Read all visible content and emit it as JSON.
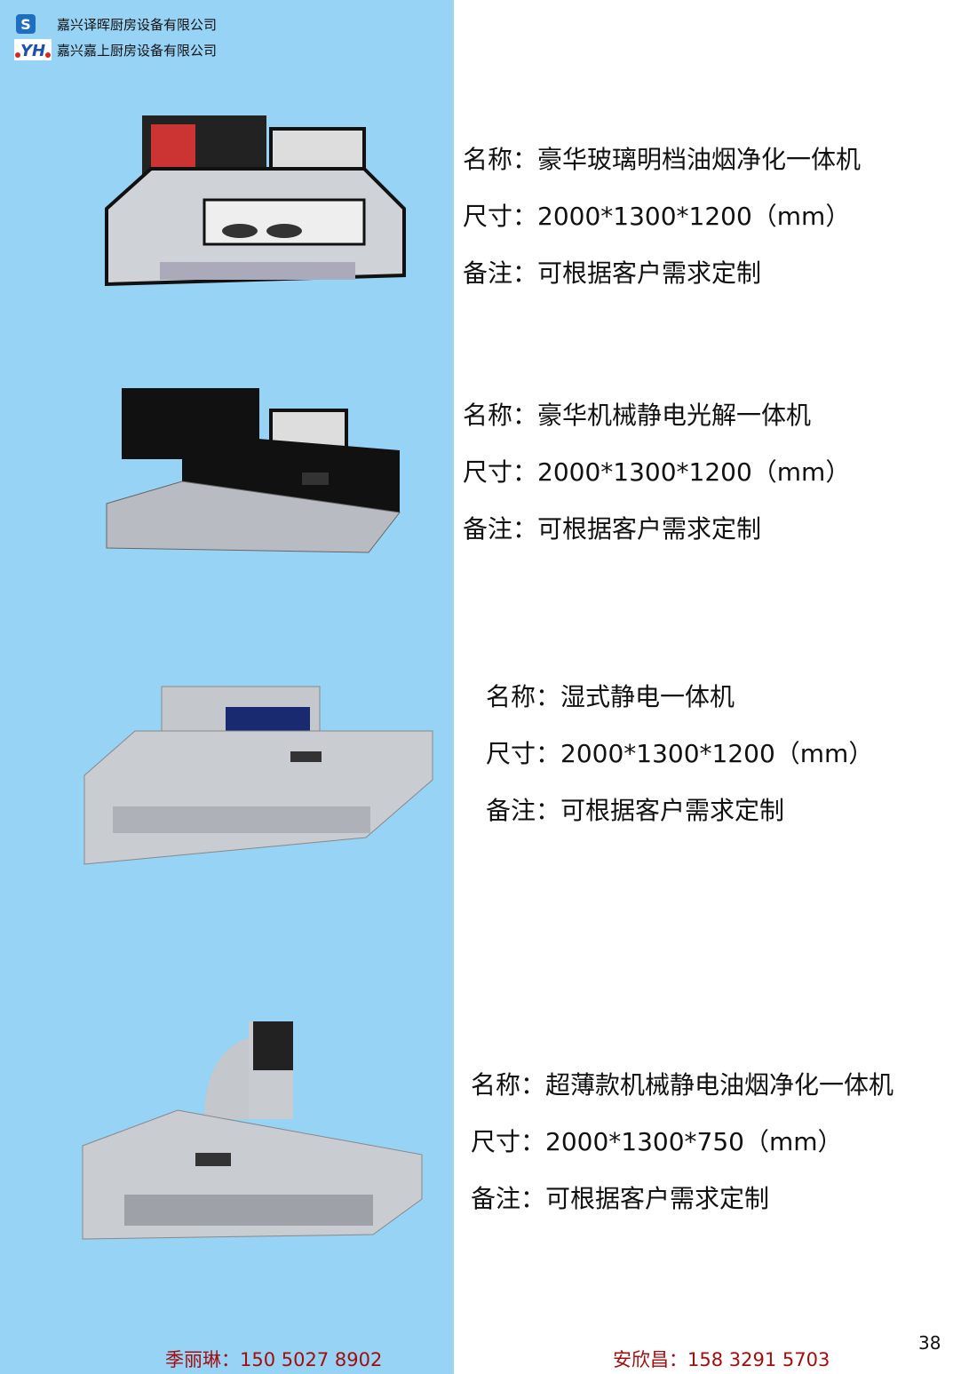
{
  "header": {
    "companies": [
      "嘉兴译晖厨房设备有限公司",
      "嘉兴嘉上厨房设备有限公司"
    ]
  },
  "products": [
    {
      "name_label": "名称：豪华玻璃明档油烟净化一体机",
      "size_label": "尺寸：2000*1300*1200（mm）",
      "note_label": "备注：可根据客户需求定制"
    },
    {
      "name_label": "名称：豪华机械静电光解一体机",
      "size_label": "尺寸：2000*1300*1200（mm）",
      "note_label": "备注：可根据客户需求定制"
    },
    {
      "name_label": "名称：湿式静电一体机",
      "size_label": "尺寸：2000*1300*1200（mm）",
      "note_label": "备注：可根据客户需求定制"
    },
    {
      "name_label": "名称：超薄款机械静电油烟净化一体机",
      "size_label": "尺寸：2000*1300*750（mm）",
      "note_label": "备注：可根据客户需求定制"
    }
  ],
  "footer": {
    "contact_left": "季丽琳：150  5027  8902",
    "contact_right": "安欣昌：158  3291  5703",
    "page_number": "38"
  },
  "colors": {
    "panel": "#96d3f5",
    "contact": "#a50d0d"
  }
}
